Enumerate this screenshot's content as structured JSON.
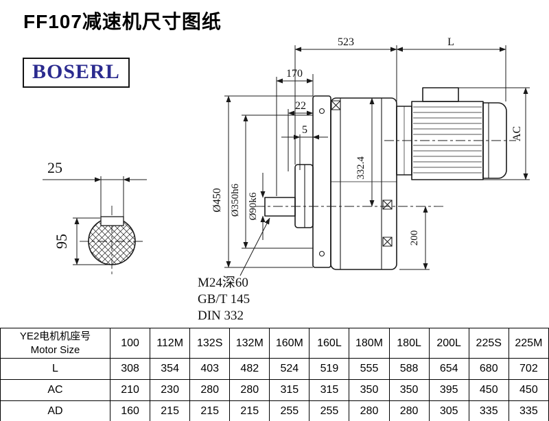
{
  "page": {
    "title": "FF107减速机尺寸图纸",
    "brand": "BOSERL"
  },
  "drawing": {
    "dims": {
      "total_length": "523",
      "motor_length": "L",
      "dim_170": "170",
      "dim_22": "22",
      "dim_5": "5",
      "motor_height": "AC",
      "key_width": "25",
      "key_height": "95",
      "flange_dia": "Ø450",
      "spigot_dia": "Ø350h6",
      "shaft_dia": "Ø90k6",
      "center_height": "332.4",
      "dim_200": "200",
      "thread_note": "M24深60",
      "standard_1": "GB/T 145",
      "standard_2": "DIN 332"
    }
  },
  "table": {
    "row_header_line1": "YE2电机机座号",
    "row_header_line2": "Motor Size",
    "columns": [
      "100",
      "112M",
      "132S",
      "132M",
      "160M",
      "160L",
      "180M",
      "180L",
      "200L",
      "225S",
      "225M"
    ],
    "rows": [
      {
        "label": "L",
        "values": [
          "308",
          "354",
          "403",
          "482",
          "524",
          "519",
          "555",
          "588",
          "654",
          "680",
          "702"
        ]
      },
      {
        "label": "AC",
        "values": [
          "210",
          "230",
          "280",
          "280",
          "315",
          "315",
          "350",
          "350",
          "395",
          "450",
          "450"
        ]
      },
      {
        "label": "AD",
        "values": [
          "160",
          "215",
          "215",
          "215",
          "255",
          "255",
          "280",
          "280",
          "305",
          "335",
          "335"
        ]
      }
    ]
  },
  "colors": {
    "line": "#1a1a1a",
    "brand_text": "#2b2b8f",
    "background": "#ffffff"
  }
}
